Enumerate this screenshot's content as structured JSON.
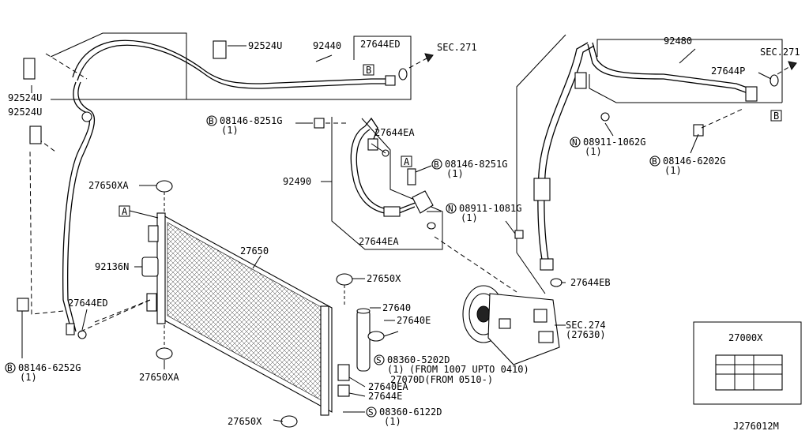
{
  "parts": {
    "p92524u_a": "92524U",
    "p92440": "92440",
    "p27644ed_a": "27644ED",
    "sec271_a": "SEC.271",
    "p92524u_b": "92524U",
    "p92524u_c": "92524U",
    "bolt_08146_8251g_a": "08146-8251G",
    "qty_a": "(1)",
    "p27644ea_a": "27644EA",
    "bolt_08146_8251g_b": "08146-8251G",
    "qty_b": "(1)",
    "p92490": "92490",
    "nut_08911_1081g": "08911-1081G",
    "qty_c": "(1)",
    "p27644ea_b": "27644EA",
    "p27650xa_a": "27650XA",
    "p27650": "27650",
    "p92136n": "92136N",
    "p27650x_a": "27650X",
    "p27640": "27640",
    "p27640e": "27640E",
    "p27644ed_b": "27644ED",
    "bolt_08146_6252g": "08146-6252G",
    "qty_d": "(1)",
    "p27650xa_b": "27650XA",
    "screw_08360_5202d": "08360-5202D",
    "qty_e": "(1)",
    "from_range_a": "(FROM 1007 UPTO 0410)",
    "p27070d": "27070D(FROM 0510-)",
    "p27640ea": "27640EA",
    "p27644e": "27644E",
    "p27650x_b": "27650X",
    "screw_08360_6122d": "08360-6122D",
    "qty_f": "(1)",
    "p92480": "92480",
    "sec271_b": "SEC.271",
    "p27644p": "27644P",
    "nut_08911_1062g": "08911-1062G",
    "qty_g": "(1)",
    "bolt_08146_6202g": "08146-6202G",
    "qty_h": "(1)",
    "p27644eb": "27644EB",
    "sec274": "SEC.274",
    "sec274_sub": "(27630)",
    "p27000x": "27000X",
    "diagram_code": "J276012M"
  },
  "callouts": {
    "B": "B",
    "A": "A",
    "N": "N",
    "S": "S"
  }
}
